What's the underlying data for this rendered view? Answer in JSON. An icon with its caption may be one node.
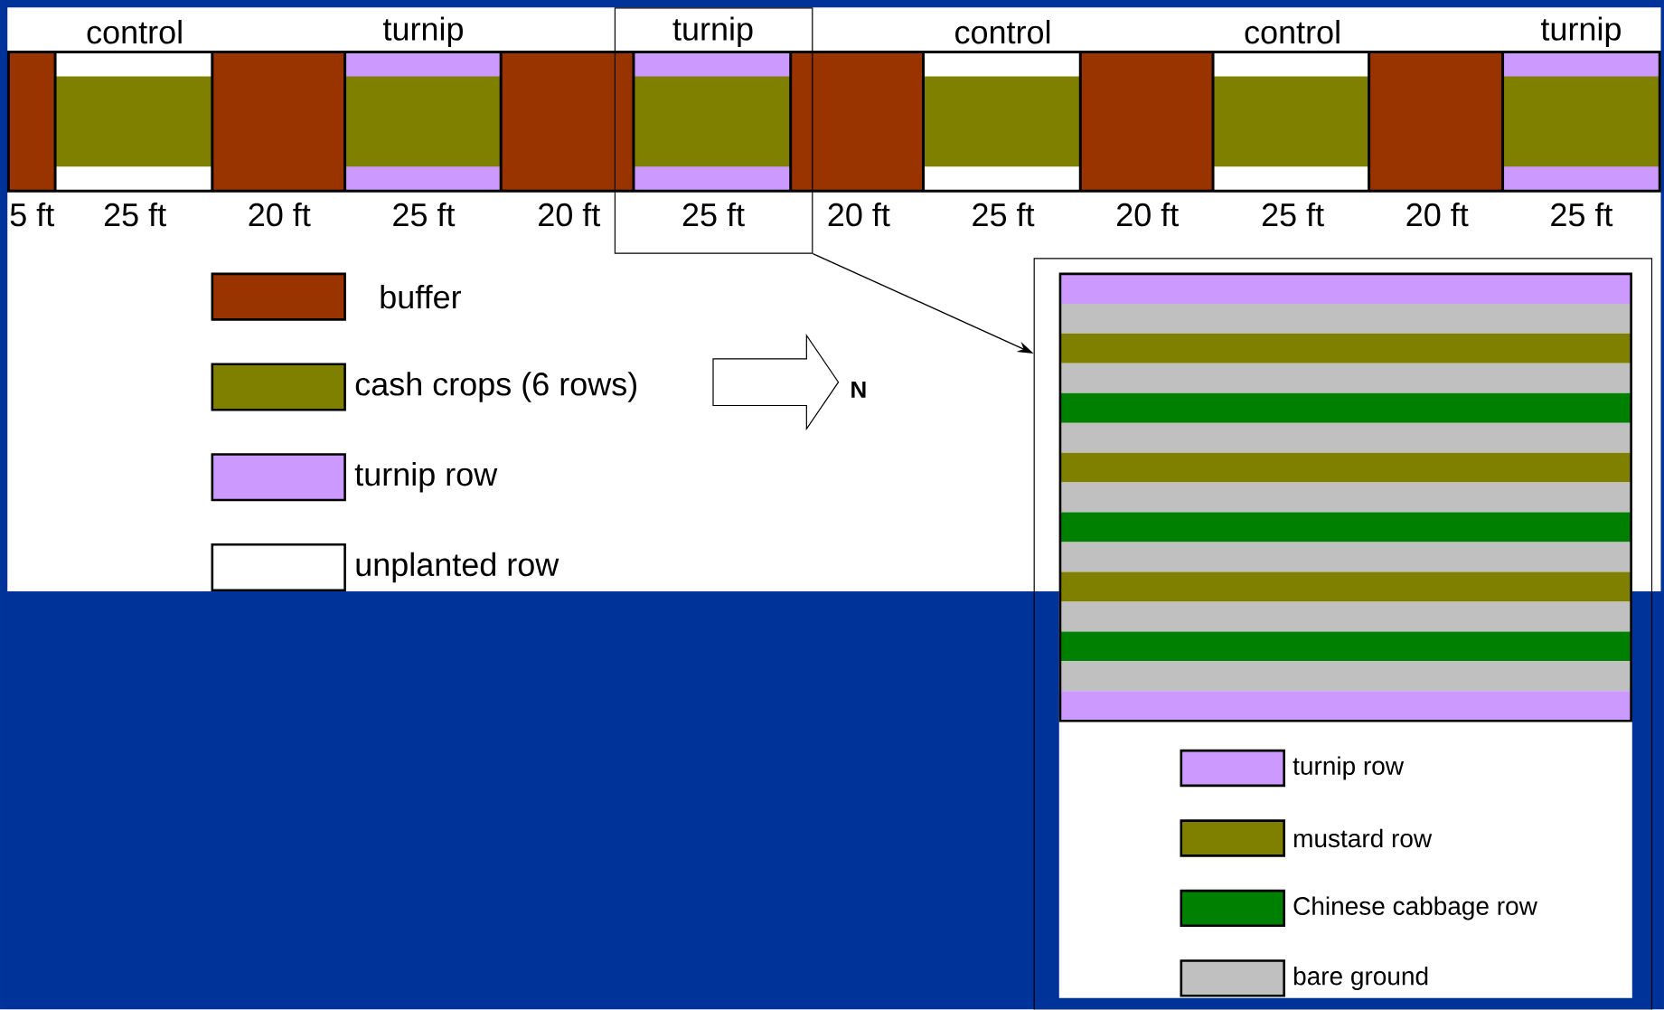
{
  "diagram": {
    "nodes": [
      {
        "text": [
          "turnip",
          "25 ft"
        ]
      },
      {
        "text": [],
        "shape": "box"
      }
    ],
    "edges": [
      {
        "from": 0,
        "to": 1,
        "arrow": "to"
      }
    ],
    "labels": [
      "control",
      "turnip",
      "control",
      "control",
      "turnip",
      "5 ft",
      "25 ft",
      "20 ft",
      "25 ft",
      "20 ft",
      "20 ft",
      "25 ft",
      "20 ft",
      "25 ft",
      "20 ft",
      "25 ft",
      "N"
    ],
    "legend": [
      {
        "text": "buffer",
        "color": "#993300"
      },
      {
        "text": "cash crops (6 rows)",
        "color": "#808000"
      },
      {
        "text": "turnip row",
        "color": "#cc99ff"
      },
      {
        "text": "unplanted row"
      },
      {
        "text": "turnip row",
        "color": "#cc99ff"
      },
      {
        "text": "mustard row",
        "color": "#808000"
      },
      {
        "text": "Chinese cabbage row",
        "color": "#008000"
      },
      {
        "text": "bare ground",
        "color": "#c0c0c0"
      }
    ]
  }
}
